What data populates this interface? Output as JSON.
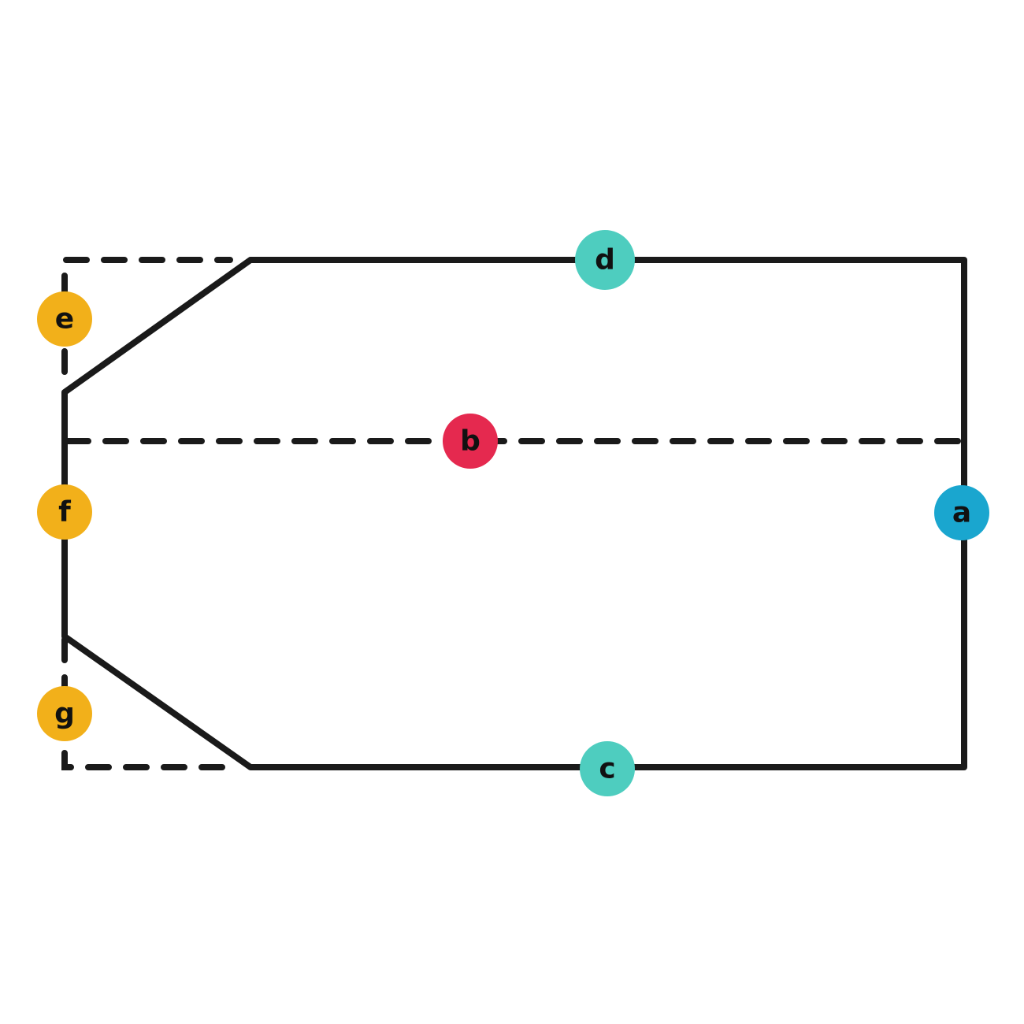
{
  "colors": {
    "line": "#1a1a1a",
    "background": "#ffffff",
    "text": "#111111"
  },
  "labels": {
    "a": {
      "text": "a",
      "color": "#1aa6cf"
    },
    "b": {
      "text": "b",
      "color": "#e5294f"
    },
    "c": {
      "text": "c",
      "color": "#4ecdbf"
    },
    "d": {
      "text": "d",
      "color": "#4ecdbf"
    },
    "e": {
      "text": "e",
      "color": "#f2b01a"
    },
    "f": {
      "text": "f",
      "color": "#f2b01a"
    },
    "g": {
      "text": "g",
      "color": "#f2b01a"
    }
  }
}
